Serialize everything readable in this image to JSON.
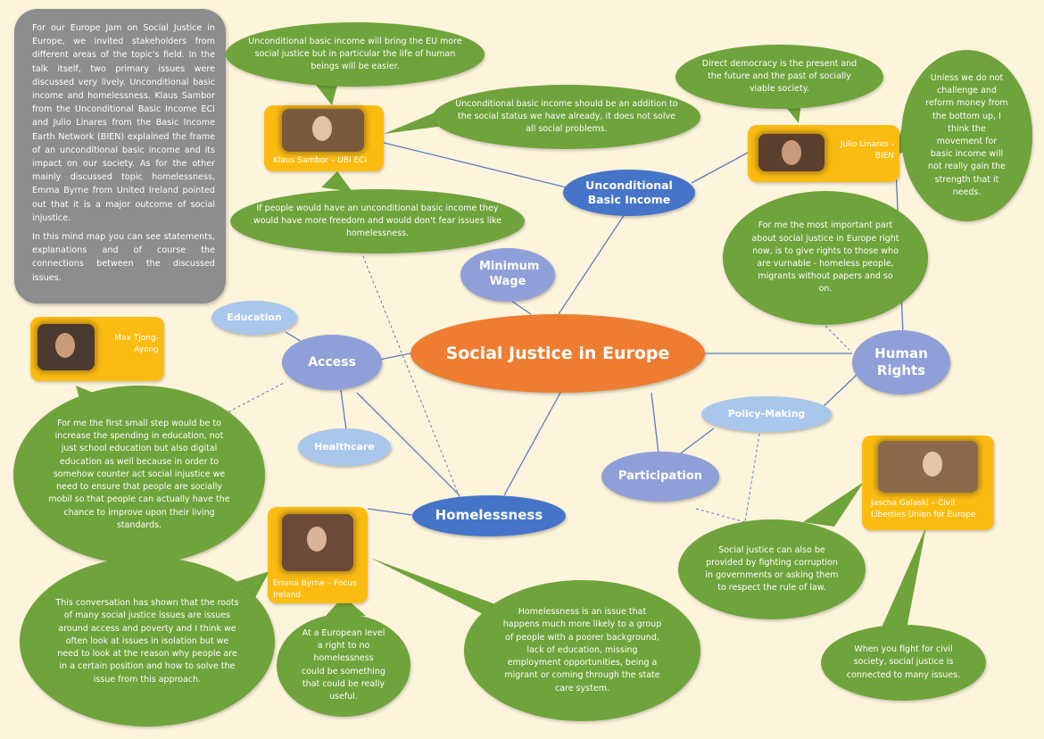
{
  "intro": {
    "p1": "For our Europe Jam on Social Justice in Europe, we invited stakeholders from different areas of the topic's field. In the talk itself, two primary issues were discussed very lively. Unconditional basic income and homelessness. Klaus Sambor from the Unconditional Basic Income ECI and Julio Linares from the Basic Income Earth Network (BIEN) explained the frame of an unconditional basic income and its impact on our society. As for the other mainly discussed topic homelessness, Emma Byrne from United Ireland pointed out that it is a major outcome of social injustice.",
    "p2": "In this mind map you can see statements, explanations and of course the connections between the discussed issues."
  },
  "nodes": {
    "central": "Social Justice in Europe",
    "ubi": "Unconditional Basic Income",
    "min_wage": "Minimum Wage",
    "access": "Access",
    "education": "Education",
    "healthcare": "Healthcare",
    "homelessness": "Homelessness",
    "human_rights": "Human Rights",
    "policy": "Policy-Making",
    "participation": "Participation"
  },
  "people": {
    "klaus": "Klaus Sambor – UBI ECI",
    "julio": "Julio Linares - BIEN",
    "max": "Max Tjong-Ayong",
    "emma": "Emma Byrne – Focus Ireland",
    "jascha": "Jascha Galaski – Civil Liberties Union for Europe"
  },
  "quotes": {
    "klaus1": "Unconditional basic income will bring the EU more social justice but in particular the life of human beings will be easier.",
    "klaus2": "Unconditional basic income should be an addition to the social status we have already, it does not solve all social problems.",
    "klaus3": "If people would have an unconditional basic income they would have more freedom and would don't fear issues like homelessness.",
    "julio1": "Direct democracy is the present and the future and the past of socially viable society.",
    "julio2": "Unless we do not challenge and reform money from the bottom up, I think the movement for basic income will not really gain the strength that it needs.",
    "julio3": "For me the most important part about social justice in Europe right now, is to give rights to those who are vurnable - homeless people, migrants without papers and so on.",
    "max1": "For me the first small step would be to increase the spending in education, not just school education but also digital education as well because in order to somehow counter act social injustice we need to ensure that people are socially mobil so that people can actually have the chance to improve upon their living standards.",
    "emma1": "This conversation has shown that the roots of many social justice issues are issues around access and poverty and I think we often look at issues in isolation but we need to look at the reason why people are in a certain position and how to solve the issue from this approach.",
    "emma2": "At a European level a right to no homelessness could be something that could be really useful.",
    "emma3": "Homelessness is an issue that happens much more likely to a group of people with a poorer background, lack of education, missing employment opportunities, being a migrant or coming through the state care system.",
    "jascha1": "Social justice can also be provided by fighting corruption in governments or asking them to respect the rule of law.",
    "jascha2": "When you fight for civil society, social justice is connected to many issues."
  },
  "colors": {
    "background": "#fdf4dc",
    "bubble": "#6fa33b",
    "intro": "#8d8d8d",
    "central": "#ee7d31",
    "dark_node": "#4574c9",
    "mid_node": "#8f9fd8",
    "light_node": "#a9c6ec",
    "person_card": "#fbbc12",
    "line": "#5b7bc0"
  }
}
